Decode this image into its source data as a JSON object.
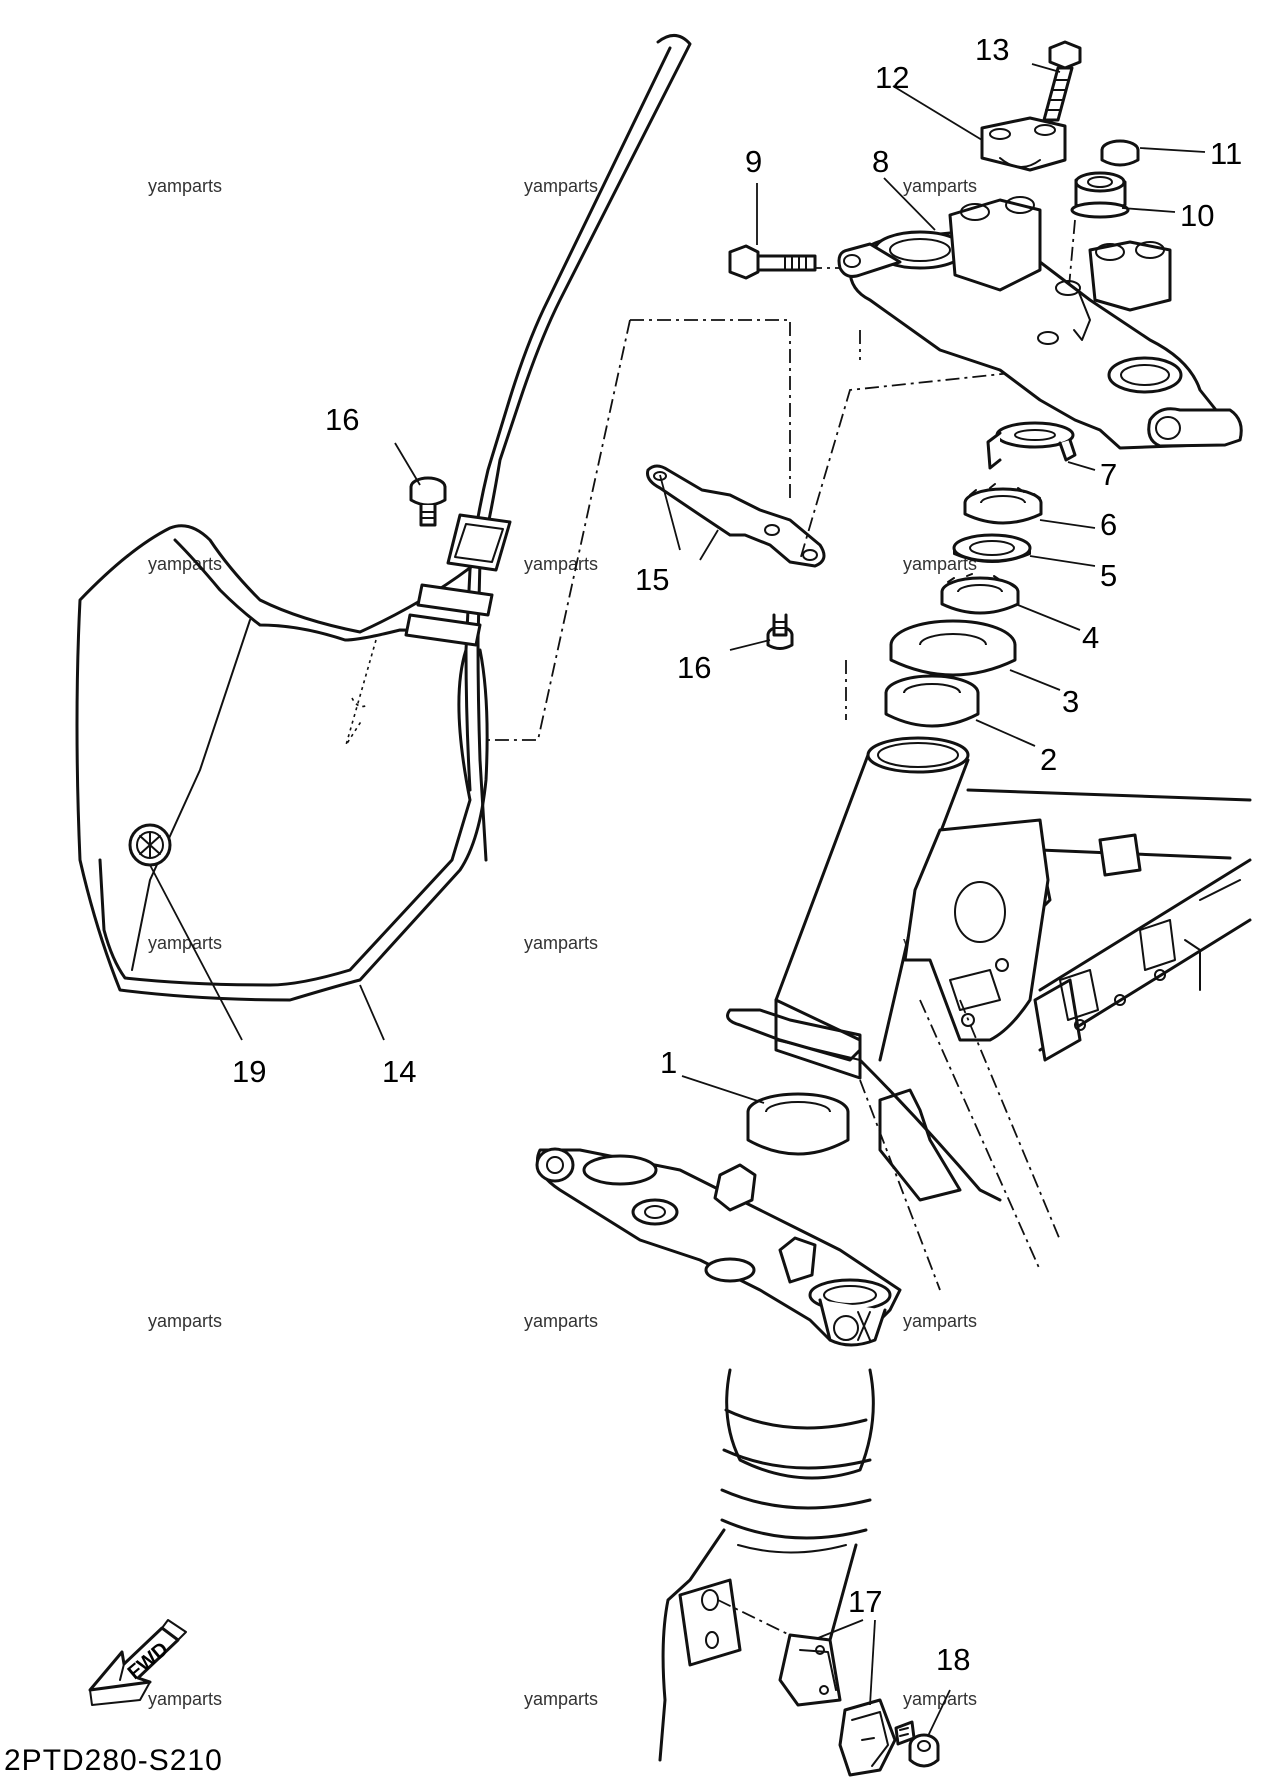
{
  "diagram": {
    "code": "2PTD280-S210",
    "fwd_label": "FWD",
    "watermark": "yamparts",
    "callouts": [
      "1",
      "2",
      "3",
      "4",
      "5",
      "6",
      "7",
      "8",
      "9",
      "10",
      "11",
      "12",
      "13",
      "14",
      "15",
      "16",
      "16",
      "17",
      "18",
      "19"
    ]
  }
}
